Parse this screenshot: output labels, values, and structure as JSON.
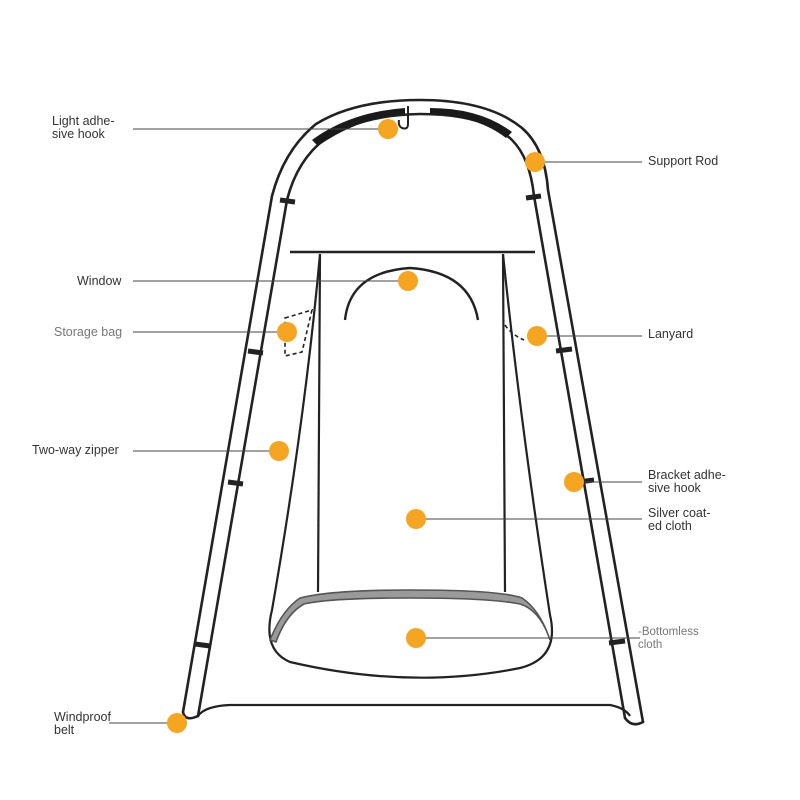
{
  "labels": {
    "light_hook": "Light adhe-\nsive hook",
    "support_rod": "Support Rod",
    "window": "Window",
    "storage_bag": "Storage bag",
    "lanyard": "Lanyard",
    "two_way_zipper": "Two-way zipper",
    "bracket_hook": "Bracket adhe-\nsive hook",
    "silver_cloth": "Silver coat-\ned cloth",
    "bottomless_cloth": "-Bottomless\ncloth",
    "windproof_belt": "Windproof\nbelt"
  },
  "colors": {
    "marker": "#f6a521",
    "line": "#222222",
    "floor": "#9a9a9a"
  }
}
